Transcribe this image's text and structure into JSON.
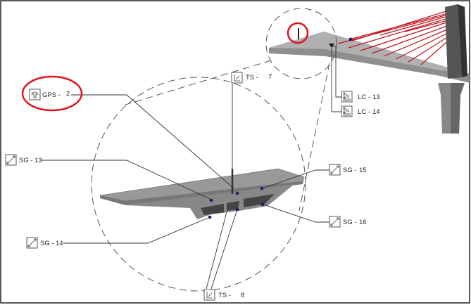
{
  "sensors": {
    "gps": {
      "type": "GPS -",
      "id": "2",
      "icon": "gps-antenna-icon"
    },
    "ts7": {
      "type": "TS -",
      "id": "7",
      "icon": "tilt-sensor-icon"
    },
    "ts8": {
      "type": "TS -",
      "id": "8",
      "icon": "tilt-sensor-icon"
    },
    "sg13": {
      "type": "SG -",
      "id": "13",
      "icon": "strain-gauge-icon"
    },
    "sg14": {
      "type": "SG -",
      "id": "14",
      "icon": "strain-gauge-icon"
    },
    "sg15": {
      "type": "SG -",
      "id": "15",
      "icon": "strain-gauge-icon"
    },
    "sg16": {
      "type": "SG -",
      "id": "16",
      "icon": "strain-gauge-icon"
    },
    "lc13": {
      "type": "LC -",
      "id": "13",
      "icon": "load-cell-icon"
    },
    "lc14": {
      "type": "LC -",
      "id": "14",
      "icon": "load-cell-icon"
    }
  },
  "colors": {
    "highlight": "#e0101a",
    "cable": "#c0101a",
    "deck": "#9a9a9a",
    "sensor_dot": "#1a1a6a"
  }
}
